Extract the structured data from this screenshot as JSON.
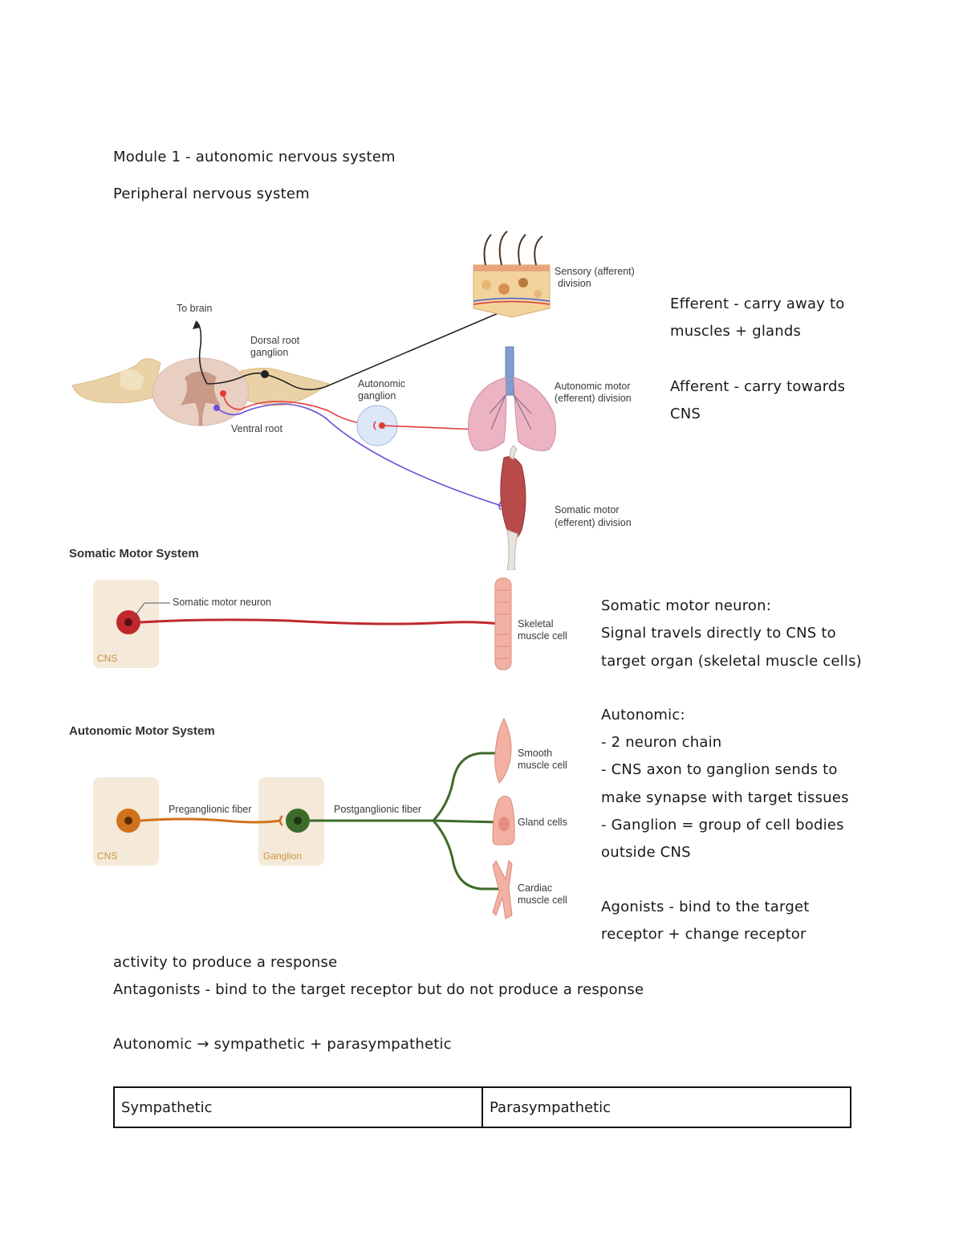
{
  "heading": {
    "module": "Module 1 - autonomic nervous system",
    "section": "Peripheral nervous system"
  },
  "pns_figure": {
    "to_brain": "To brain",
    "dorsal_root_ganglion": [
      "Dorsal root",
      "ganglion"
    ],
    "ventral_root": "Ventral root",
    "autonomic_ganglion": [
      "Autonomic",
      "ganglion"
    ],
    "sensory_division": [
      "Sensory (afferent)",
      "division"
    ],
    "autonomic_division": [
      "Autonomic motor",
      "(efferent) division"
    ],
    "somatic_division": [
      "Somatic motor",
      "(efferent) division"
    ]
  },
  "somatic_figure": {
    "title": "Somatic Motor System",
    "neuron_label": "Somatic motor neuron",
    "cns_label": "CNS",
    "target_label": [
      "Skeletal",
      "muscle cell"
    ]
  },
  "autonomic_figure": {
    "title": "Autonomic Motor System",
    "cns_label": "CNS",
    "ganglion_label": "Ganglion",
    "preganglionic": "Preganglionic fiber",
    "postganglionic": "Postganglionic fiber",
    "smooth": [
      "Smooth",
      "muscle cell"
    ],
    "gland": "Gland cells",
    "cardiac": [
      "Cardiac",
      "muscle cell"
    ]
  },
  "notes": {
    "efferent": [
      "Efferent - carry away to",
      "muscles + glands"
    ],
    "afferent": [
      "Afferent - carry towards",
      "CNS"
    ],
    "somatic": [
      "Somatic motor neuron:",
      "Signal travels directly to CNS to",
      "target organ (skeletal muscle cells)"
    ],
    "autonomic": [
      "Autonomic:",
      "- 2 neuron chain",
      "- CNS axon to ganglion sends to",
      "make synapse with target tissues",
      "- Ganglion = group of cell bodies",
      "outside CNS"
    ],
    "agonists": [
      "Agonists - bind to the target",
      "receptor + change receptor"
    ],
    "agonists_cont": "activity to produce a response",
    "antagonists": "Antagonists - bind to the target receptor but do not produce a response",
    "divisions": "Autonomic → sympathetic + parasympathetic"
  },
  "table": {
    "col1": "Sympathetic",
    "col2": "Parasympathetic"
  },
  "colors": {
    "somatic_neuron": "#c0282c",
    "preganglionic": "#d0711b",
    "postganglionic": "#3d6b2a",
    "sensory_line": "#222222",
    "somatic_line": "#6b4fd8",
    "autonomic_line": "#e53a3a"
  }
}
